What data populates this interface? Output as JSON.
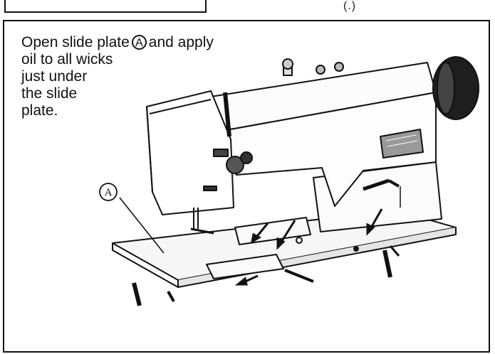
{
  "instruction": {
    "line1_prefix": "Open slide plate",
    "marker": "A",
    "line1_suffix": "and apply",
    "line2": "oil to all wicks",
    "line3": "just under",
    "line4": "the slide",
    "line5": "plate."
  },
  "top_fragment": "(.)",
  "figure": {
    "callout_label": "A",
    "subject_icon": "sewing-machine-icon",
    "oil_points_icon": "arrow-icon"
  }
}
